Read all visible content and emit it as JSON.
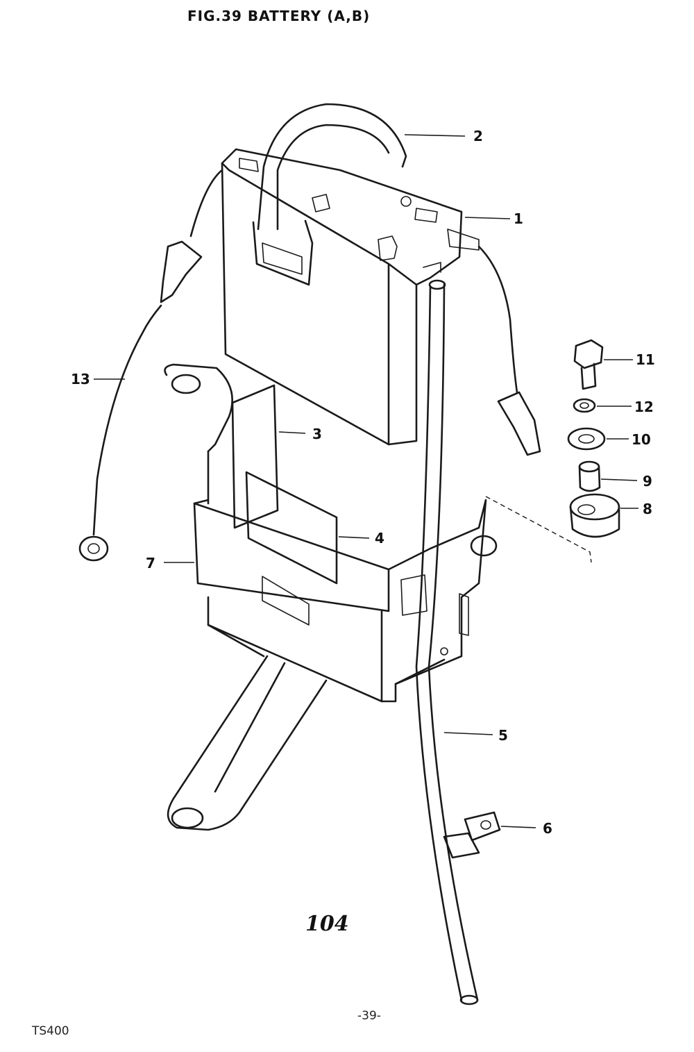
{
  "header": {
    "title": "FIG.39  BATTERY (A,B)"
  },
  "callouts": {
    "c1": "1",
    "c2": "2",
    "c3": "3",
    "c4": "4",
    "c5": "5",
    "c6": "6",
    "c7": "7",
    "c8": "8",
    "c9": "9",
    "c10": "10",
    "c11": "11",
    "c12": "12",
    "c13": "13"
  },
  "stamp": "104",
  "footer": {
    "model": "TS400",
    "page": "-39-"
  }
}
